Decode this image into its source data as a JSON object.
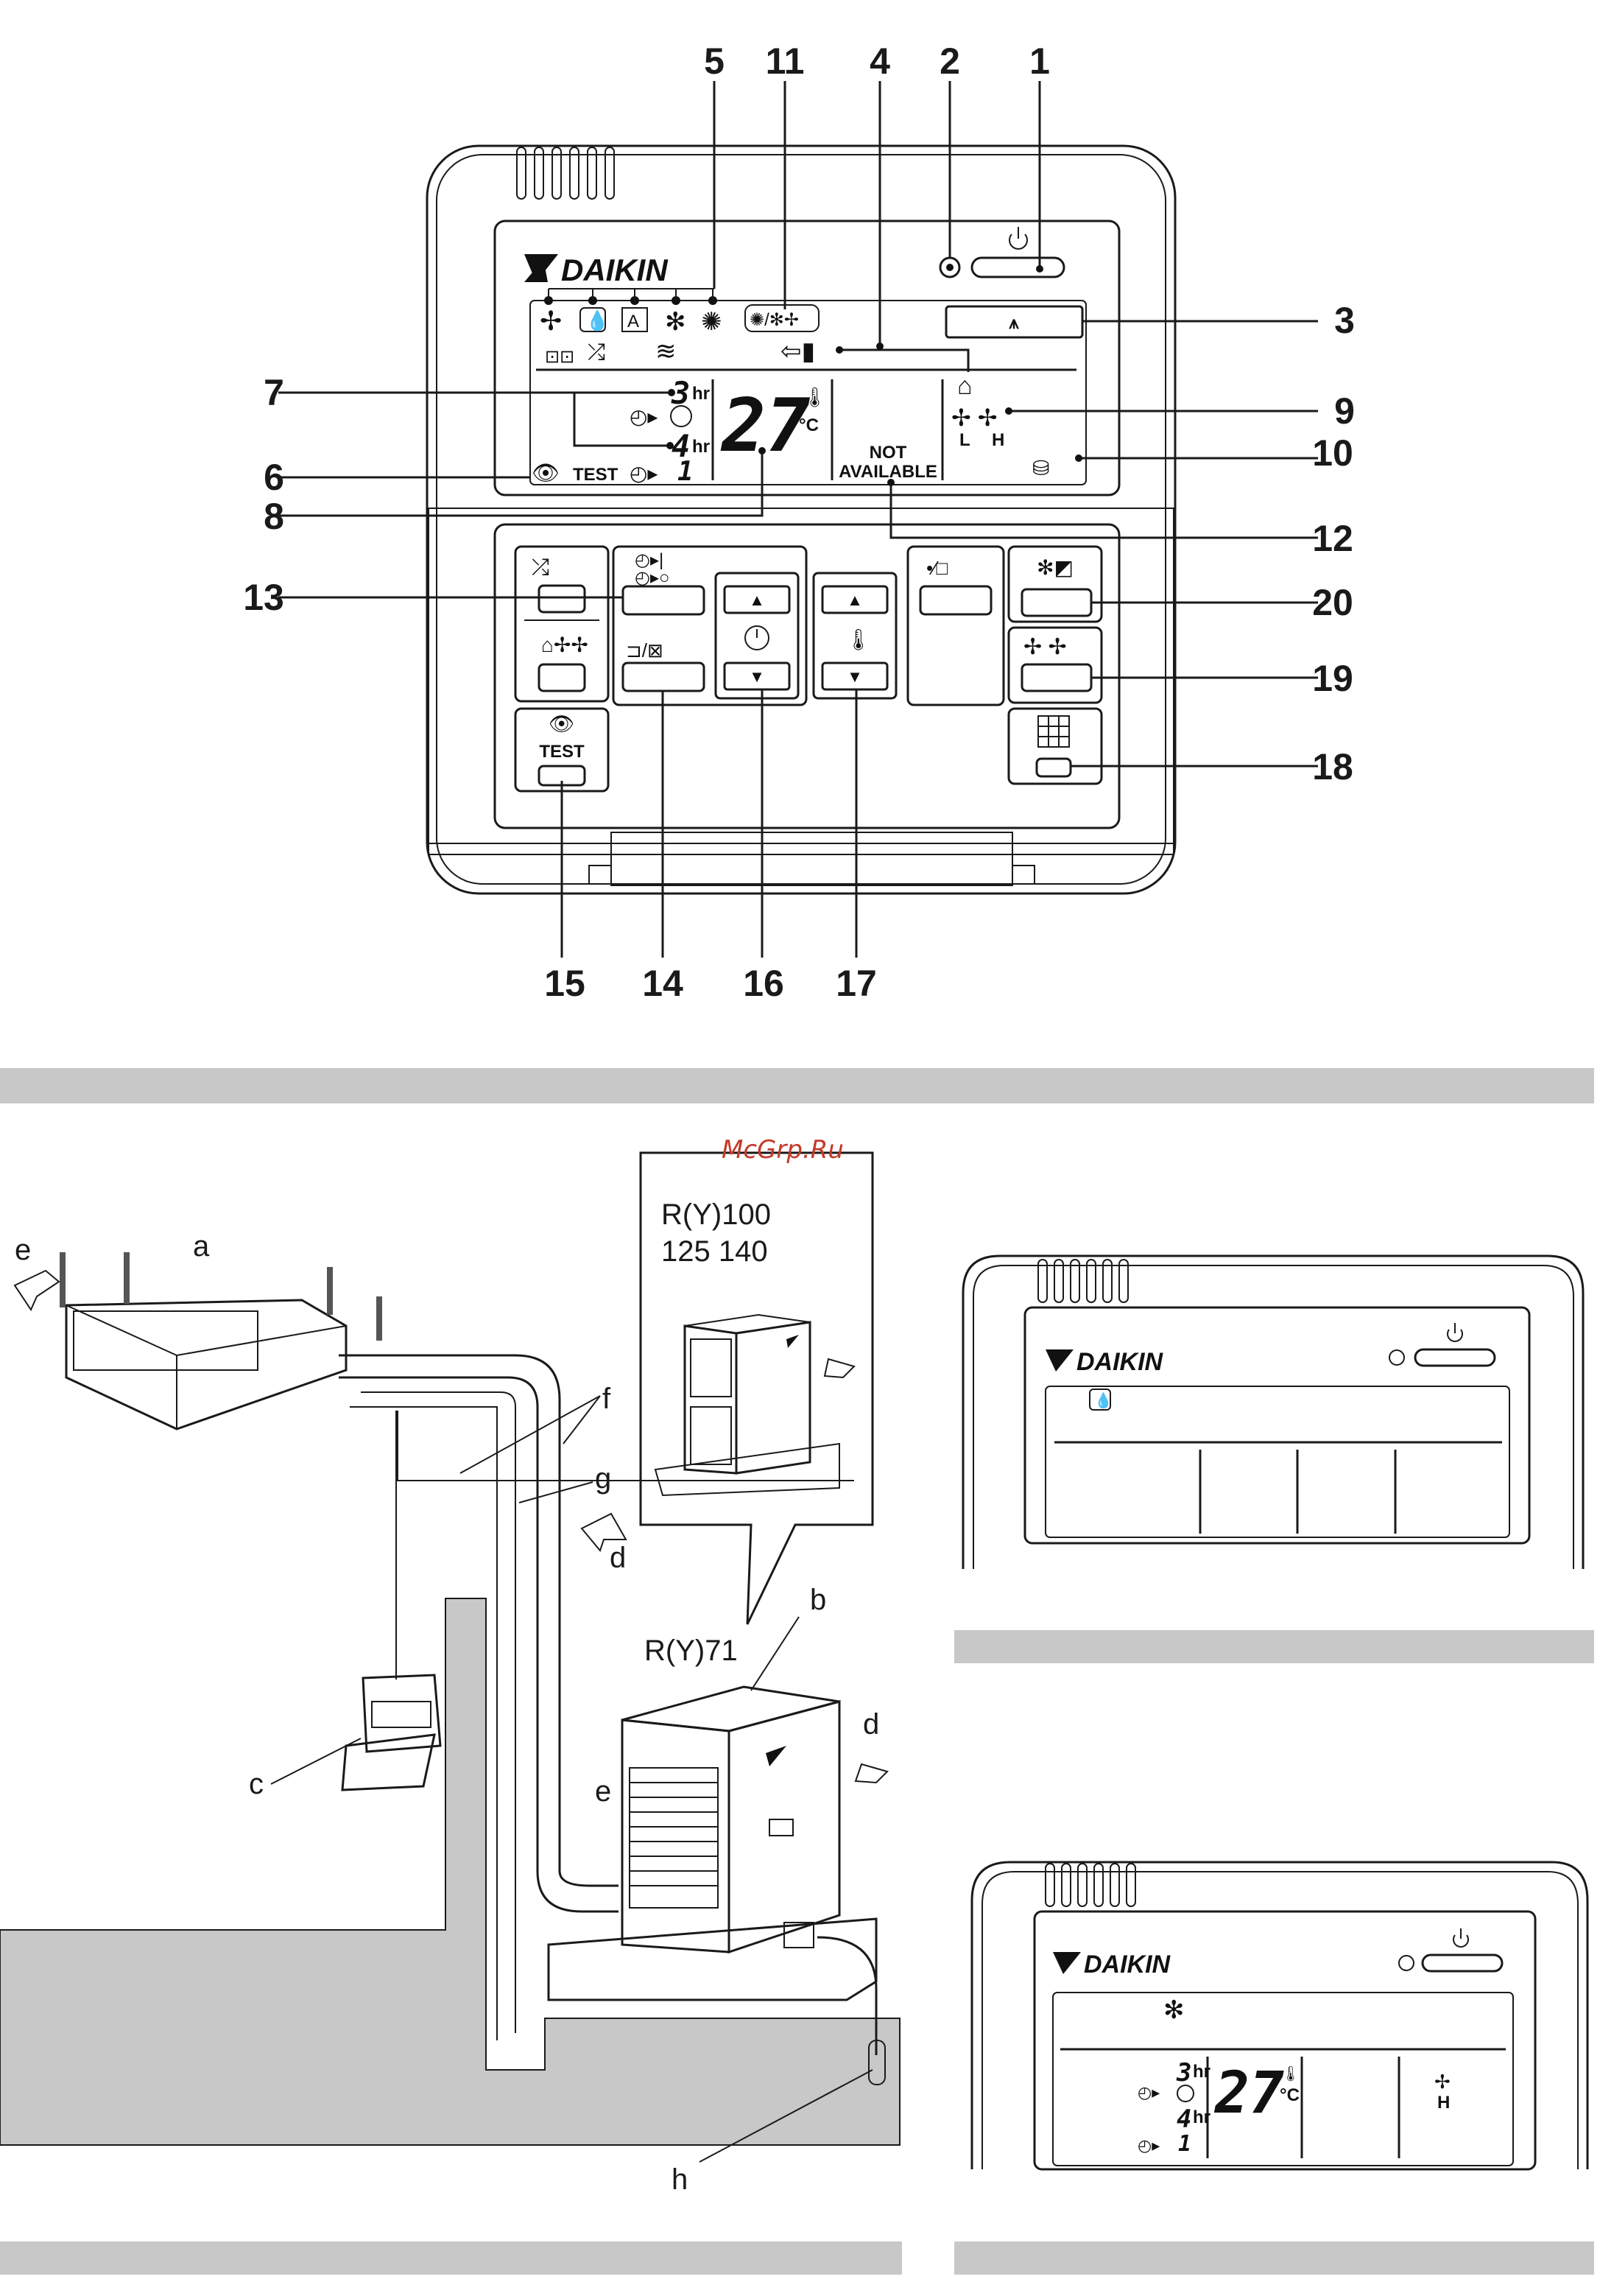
{
  "brand": "DAIKIN",
  "callouts": [
    "1",
    "2",
    "3",
    "4",
    "5",
    "6",
    "7",
    "8",
    "9",
    "10",
    "11",
    "12",
    "13",
    "14",
    "15",
    "16",
    "17",
    "18",
    "19",
    "20"
  ],
  "display": {
    "hr": "hr",
    "digit_3": "3",
    "digit_4": "4",
    "digit_1": "1",
    "temp": "27",
    "unit": "°C",
    "not_available_1": "NOT",
    "not_available_2": "AVAILABLE",
    "test": "TEST",
    "fan_low": "L",
    "fan_high": "H"
  },
  "buttons": {
    "test": "TEST"
  },
  "install": {
    "labels": [
      "a",
      "b",
      "c",
      "d",
      "e",
      "f",
      "g",
      "h"
    ],
    "models_top_1": "R(Y)100",
    "models_top_2": "125   140",
    "model_bottom": "R(Y)71"
  },
  "small_panel_1": {
    "brand": "DAIKIN"
  },
  "small_panel_2": {
    "brand": "DAIKIN",
    "digit_3": "3",
    "digit_4": "4",
    "digit_1": "1",
    "hr": "hr",
    "temp": "27",
    "unit": "°C",
    "fan_high": "H"
  },
  "watermark": "McGrp.Ru",
  "colors": {
    "band": "#c8c8c8",
    "ink": "#1a1a1a",
    "watermark": "#c43a2a"
  }
}
